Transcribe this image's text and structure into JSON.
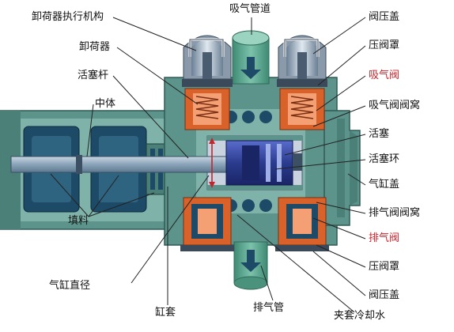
{
  "labels": {
    "unloader_actuator": "卸荷器执行机构",
    "unloader": "卸荷器",
    "piston_rod": "活塞杆",
    "body": "中体",
    "packing": "填料",
    "cylinder_diameter": "气缸直径",
    "cylinder_liner": "缸套",
    "suction_pipe": "吸气管道",
    "discharge_pipe": "排气管",
    "jacket_cooling_water": "夹套冷却水",
    "valve_cover_top": "阀压盖",
    "valve_cage_top": "压阀罩",
    "suction_valve": "吸气阀",
    "suction_valve_pocket": "吸气阀阀窝",
    "piston": "活塞",
    "piston_ring": "活塞环",
    "cylinder_head": "气缸盖",
    "discharge_valve_pocket": "排气阀阀窝",
    "discharge_valve": "排气阀",
    "valve_cage_bottom": "压阀罩",
    "valve_cover_bottom": "阀压盖"
  },
  "colors": {
    "body_teal": "#5c948c",
    "body_light": "#7fb3a9",
    "cavity": "#1d4a66",
    "pipe_green": "#5aa590",
    "valve_orange": "#d9622b",
    "rod": "#8fa9bd",
    "piston": "#2b3c8e",
    "highlight_red": "#c0262d"
  }
}
